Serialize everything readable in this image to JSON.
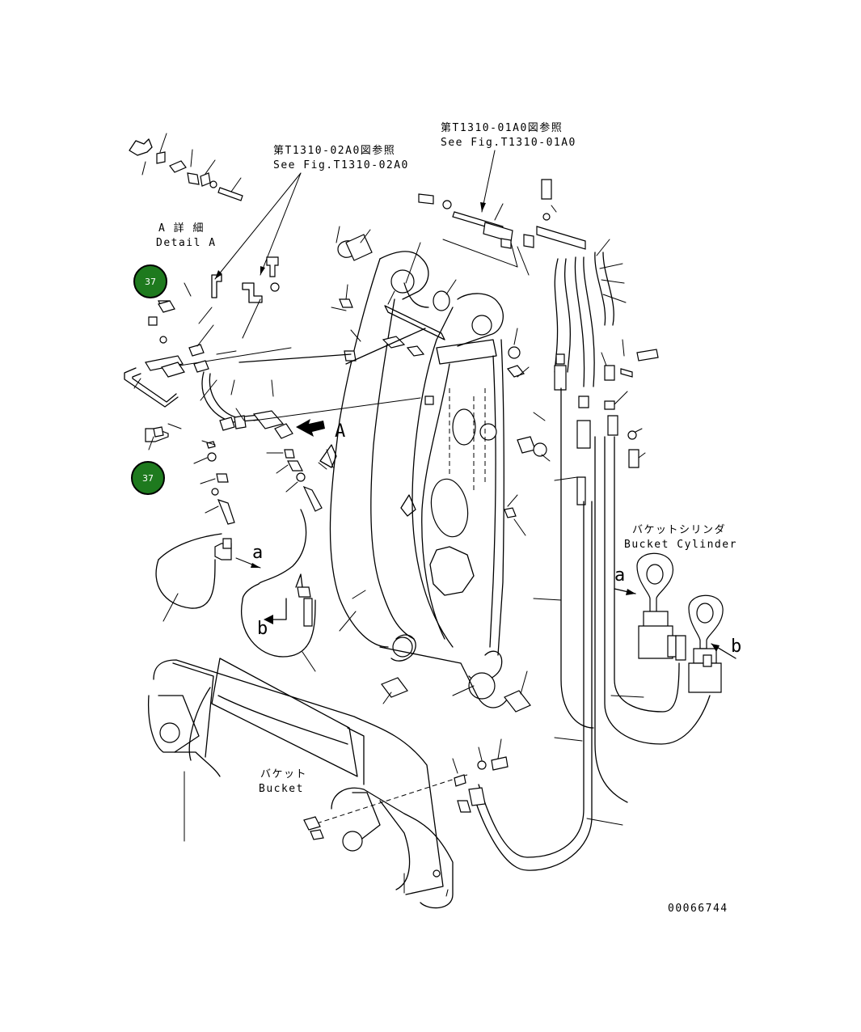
{
  "references": [
    {
      "jp": "第T1310-02A0図参照",
      "en": "See Fig.T1310-02A0"
    },
    {
      "jp": "第T1310-01A0図参照",
      "en": "See Fig.T1310-01A0"
    }
  ],
  "detail": {
    "jp": "A 詳 細",
    "en": "Detail A"
  },
  "view_marker": "A",
  "bucket_cylinder": {
    "jp": "バケットシリンダ",
    "en": "Bucket Cylinder"
  },
  "bucket": {
    "jp": "バケット",
    "en": "Bucket"
  },
  "connector_labels": {
    "a": "a",
    "b": "b"
  },
  "callouts": [
    {
      "label": "37",
      "color": "#1e7a1e"
    },
    {
      "label": "37",
      "color": "#1e7a1e"
    }
  ],
  "drawing_number": "00066744"
}
